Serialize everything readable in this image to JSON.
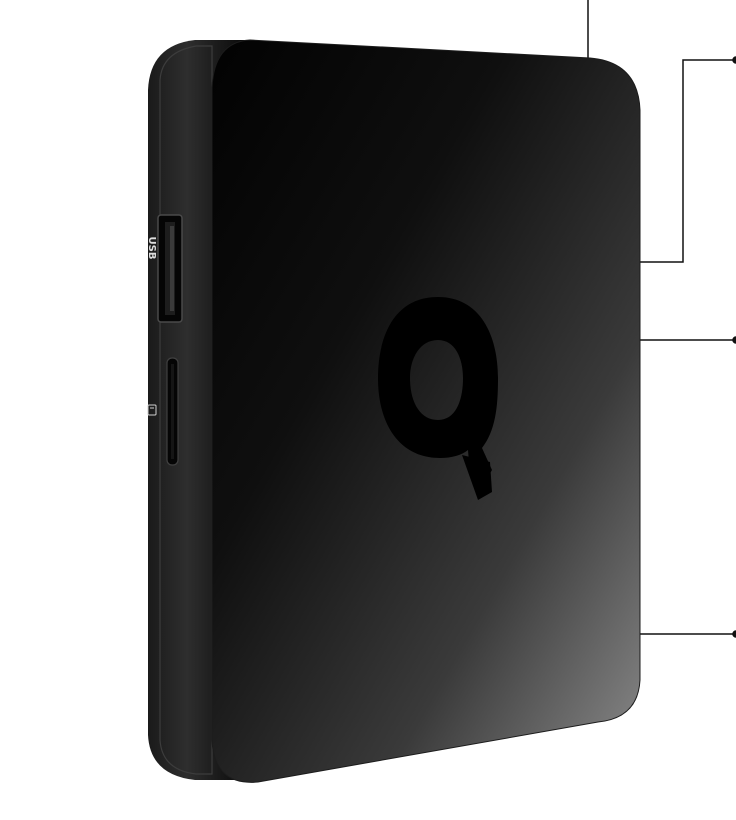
{
  "product": {
    "usb_label": "USB",
    "logo_letter": "Q",
    "sd_icon_name": "sd-card-icon"
  },
  "colors": {
    "body_dark": "#050505",
    "body_light": "#8a8a8a",
    "side_dark": "#0c0c0c",
    "side_mid": "#2a2a2a",
    "callout_line": "#111111",
    "logo": "#000000",
    "usb_label_color": "#dddddd"
  },
  "callouts": [
    {
      "name": "top-callout"
    },
    {
      "name": "upper-right-callout"
    },
    {
      "name": "middle-right-callout"
    },
    {
      "name": "lower-right-callout"
    }
  ]
}
